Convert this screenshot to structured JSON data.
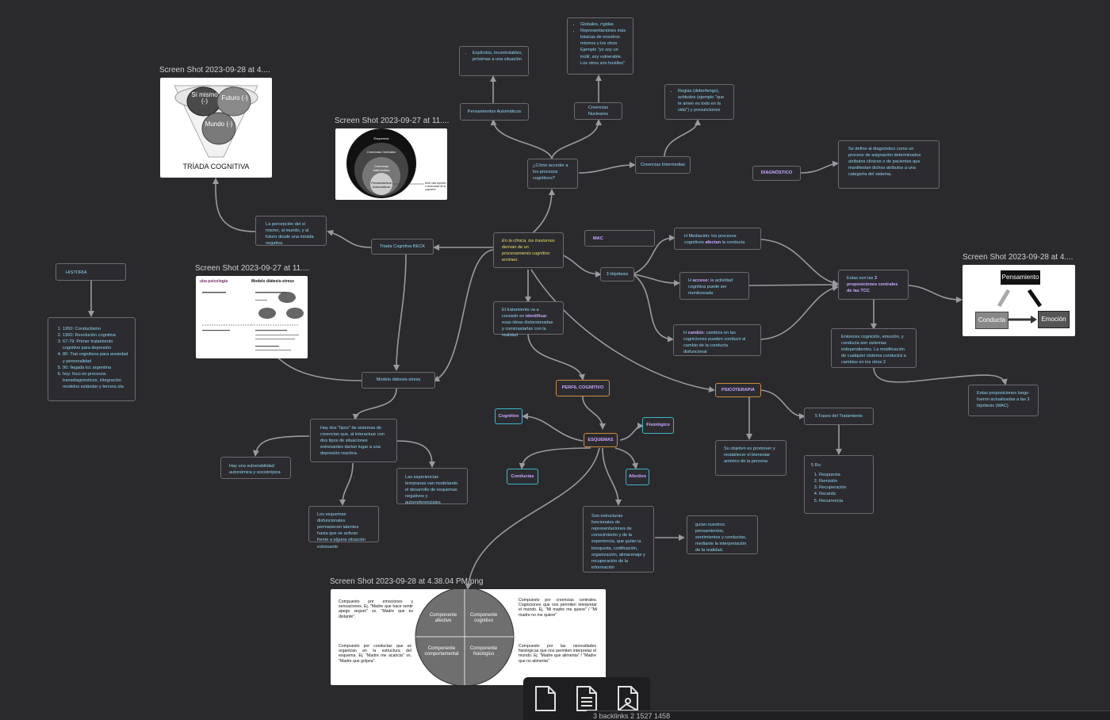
{
  "colors": {
    "background": "#2a2a2d",
    "edge": "#9a9a9f",
    "node_text": "#8fd3f0",
    "accent_yellow": "#e8dc6a",
    "accent_purple": "#c9a7ff",
    "accent_orange": "#d08a3a",
    "accent_teal": "#3ab7c9"
  },
  "nodes": {
    "explicitos": "Explícitos, incontrolables, próximas a una situación",
    "globales": [
      "Globales, rígidas",
      "Representaciones más básicas de nosotros mismos y los otros Ejemplo \"yo soy un inútil, soy vulnerable. Los otros son hostiles\""
    ],
    "reglas": "Reglas (debo/tengo), actitudes (ejemplo \"que te amen es todo en la vida\") y presunciones",
    "pensamientos": "Pensamientos Automáticos",
    "creencias_nucleares": "Creencias Nucleares",
    "creencias_intermedias": "Creencias Intermedias",
    "como_acceder": "¿Cómo acceder a los procesos cognitivos?",
    "diagnostico": "DIAGNÓSTICO",
    "diagnostico_def": "Se define al diagnóstico como un proceso de asignación determinados atributos clínicos o de pacientes que manifiestan dichos atributos a una categoría del sistema.",
    "percepcion": "La percepción del sí mismo, al mundo, y al futuro desde una mirada negativa",
    "triada_beck": "Triada Cognitiva BECK",
    "en_la_clinica": "En la clínica, los trastornos derivan de un procesamiento cognitivo erróneo.",
    "mac": "MAC",
    "h_mediacion_a": "H Mediación: los procesos cognitivos ",
    "h_mediacion_b": "afectan",
    "h_mediacion_c": " la conducta",
    "tres_hipotesis": "3 Hipótesis",
    "h_acceso_a": "H ",
    "h_acceso_b": "acceso:",
    "h_acceso_c": " la actividad cognitiva puede ser monitoreada",
    "h_cambio_a": "H ",
    "h_cambio_b": "cambio:",
    "h_cambio_c": " cambios en las cogniciones pueden conducir al cambio de la conducta disfuncional",
    "estas_son_a": "Estas son las ",
    "estas_son_b": "3 proposiciones centrales de las TCC",
    "entonces": "Entonces cognición, emoción, y conducta son sistemas independientes. La modificación de cualquier sistema conducirá a cambios en los otros 2",
    "estas_proposiciones": "Estas proposiciones luego fueron actualizadas a las 3 hipótesis (MAC)",
    "historia": "HISTORIA",
    "historia_items": [
      "1950: Conductismo",
      "1960: Revolución cognitiva",
      "67-79: Primer tratamiento cognitivo para depresión",
      "80: Trat cognitivos para ansiedad y personalidad",
      "90: llegada tcc argentina",
      "hoy: foco en procesos transdiagnósticos, integración modelos estándar y tercera ola"
    ],
    "tratamiento_a": "El tratamiento va a consistir en ",
    "tratamiento_b": "identificar",
    "tratamiento_c": " esas ideas distorsionadas y constrastarlas con la realidad",
    "perfil": "PERFIL COGNITIVO",
    "psicoterapia": "PSICOTERAPIA",
    "cinco_fases": "5 Fases del Tratamiento",
    "objetivo": "Su objetivo es promover y restablecer el bienestar anímico de la persona",
    "cinco_rs": "5 Rs:",
    "rs_items": [
      "Respuesta",
      "Remisión",
      "Recuperación",
      "Recaída",
      "Recurrencia"
    ],
    "modelo": "Modelo diátesis-stress",
    "tipos": "Hay dos \"tipos\" de sistemas de creencias que, al interactuar con dos tipos de situaciones estresantes darían lugar a una depresión reactiva.",
    "vulnerabilidad": "Hay una vulnerabilidad autonómica y sociotrópica",
    "experiencias": "Las experiencias tempranas van modelando el desarrollo de esquemas negativos y autorreferenciales",
    "disfuncionales": "Los esquemas disfuncionales permanecen latentes hasta que se activan frente a alguna situación estresante",
    "cognitivo": "Cognitivo",
    "esquemas": "ESQUEMAS",
    "fisiologico": "Fisiológico",
    "conductas": "Conductas",
    "afectivo": "Afectivo",
    "estructuras": "Son estructuras funcionales de representaciones de conocimiento y de la experiencia, que guían la búsqueda, codificación, organización, almacenaje y recuperación de la información",
    "guian": "guían nuestros pensamientos, sentimientos y conductas, mediante la interpretación de la realidad."
  },
  "images": {
    "triada": {
      "title": "Screen Shot 2023-09-28 at 4....",
      "si_mismo": "Sí mismo (-)",
      "futuro": "Futuro (-)",
      "mundo": "Mundo (-)",
      "caption": "TRÍADA COGNITIVA"
    },
    "esquemas_img": {
      "title": "Screen Shot 2023-09-27 at 11....",
      "l1": "Esquemas",
      "l2": "Creencias Centrales",
      "l3": "Creencias Intermedias",
      "l4": "Pensamientos Automáticos",
      "side": "Nivel más explícito u observable de la cognición"
    },
    "diatesis_img": {
      "title": "Screen Shot 2023-09-27 at 11....",
      "heading": "Modelo diátesis-stress",
      "brand": "uba psicología"
    },
    "tcc_img": {
      "title": "Screen Shot 2023-09-28 at 4....",
      "pensamiento": "Pensamiento",
      "conducta": "Conducta",
      "emocion": "Emoción"
    },
    "componentes_img": {
      "title": "Screen Shot 2023-09-28 at 4.38.04 PM.png",
      "tl": "Compuesto por emociones y sensaciones. Ej. \"Madre que hace sentir apego seguro\" vs. \"Madre que es distante\".",
      "tr": "Compuesto por creencias centrales. Cogniciones que nos permiten interpretar el mundo. Ej. \"Mi madre me quiere\" / \"Mi madre no me quiere\"",
      "bl": "Compuesto por conductas que se organizan en la estructura del esquema. Ej. \"Madre me acaricia\" vs. \"Madre que golpea\".",
      "br": "Compuesto por las necesidades fisiológicas que nos permiten interpretar el mundo. Ej. \"Madre que alimenta\" / \"Madre que no alimenta\"",
      "q1": "Componente afectivo",
      "q2": "Componente cognitivo",
      "q3": "Componente comportamental",
      "q4": "Componente fisiológico"
    }
  },
  "statusbar": "3 backlinks   2   1527   1458"
}
